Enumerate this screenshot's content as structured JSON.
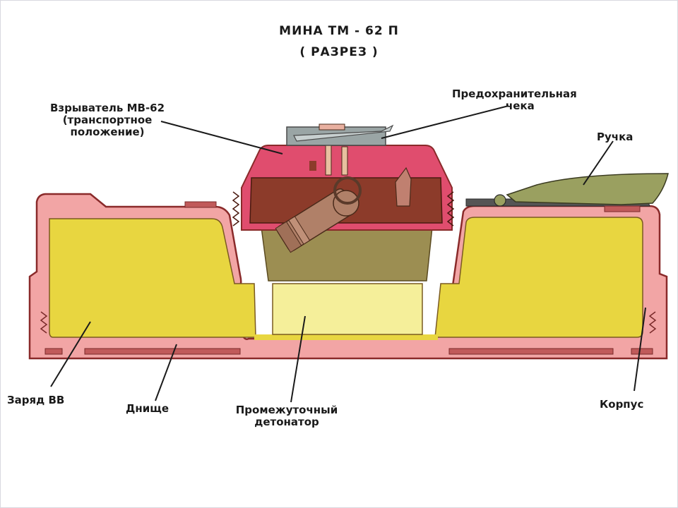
{
  "title": {
    "line1": "МИНА   ТМ - 62 П",
    "line2": "( РАЗРЕЗ )"
  },
  "labels": {
    "fuze": [
      "Взрыватель МВ-62",
      "(транспортное",
      "положение)"
    ],
    "pin": [
      "Предохранительная",
      "чека"
    ],
    "handle": "Ручка",
    "charge": "Заряд ВВ",
    "bottom": "Днище",
    "detonator": [
      "Промежуточный",
      "детонатор"
    ],
    "body": "Корпус"
  },
  "colors": {
    "casing": "#f2a5a5",
    "casing_stroke": "#8a2a2a",
    "charge": "#e8d640",
    "detonator": "#f5ef9a",
    "fuze_body": "#e04d6e",
    "fuze_dark": "#8c3b2a",
    "fuze_chamber": "#9c8e52",
    "pin": "#9aa5a5",
    "handle": "#9aa060"
  }
}
